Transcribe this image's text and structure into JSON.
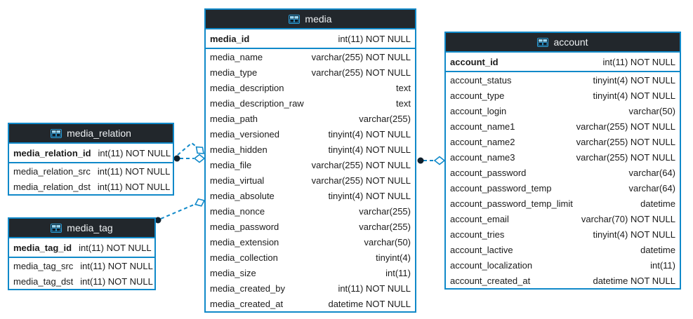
{
  "colors": {
    "accent": "#1089c9",
    "header_bg": "#22272c",
    "header_text": "#eef1f3",
    "row_text": "#1b1b1b",
    "canvas_bg": "#ffffff",
    "endpoint_dot": "#10202c",
    "icon_bright": "#2d9fd9",
    "icon_light": "#9bd7f2",
    "icon_dark": "#0e1720"
  },
  "diagram": {
    "tables": [
      {
        "id": "media",
        "title": "media",
        "icon": "table-icon",
        "primary_key": {
          "name": "media_id",
          "type": "int(11) NOT NULL"
        },
        "columns": [
          {
            "name": "media_name",
            "type": "varchar(255) NOT NULL"
          },
          {
            "name": "media_type",
            "type": "varchar(255) NOT NULL"
          },
          {
            "name": "media_description",
            "type": "text"
          },
          {
            "name": "media_description_raw",
            "type": "text"
          },
          {
            "name": "media_path",
            "type": "varchar(255)"
          },
          {
            "name": "media_versioned",
            "type": "tinyint(4) NOT NULL"
          },
          {
            "name": "media_hidden",
            "type": "tinyint(4) NOT NULL"
          },
          {
            "name": "media_file",
            "type": "varchar(255) NOT NULL"
          },
          {
            "name": "media_virtual",
            "type": "varchar(255) NOT NULL"
          },
          {
            "name": "media_absolute",
            "type": "tinyint(4) NOT NULL"
          },
          {
            "name": "media_nonce",
            "type": "varchar(255)"
          },
          {
            "name": "media_password",
            "type": "varchar(255)"
          },
          {
            "name": "media_extension",
            "type": "varchar(50)"
          },
          {
            "name": "media_collection",
            "type": "tinyint(4)"
          },
          {
            "name": "media_size",
            "type": "int(11)"
          },
          {
            "name": "media_created_by",
            "type": "int(11) NOT NULL"
          },
          {
            "name": "media_created_at",
            "type": "datetime NOT NULL"
          }
        ]
      },
      {
        "id": "account",
        "title": "account",
        "icon": "table-icon",
        "primary_key": {
          "name": "account_id",
          "type": "int(11) NOT NULL"
        },
        "columns": [
          {
            "name": "account_status",
            "type": "tinyint(4) NOT NULL"
          },
          {
            "name": "account_type",
            "type": "tinyint(4) NOT NULL"
          },
          {
            "name": "account_login",
            "type": "varchar(50)"
          },
          {
            "name": "account_name1",
            "type": "varchar(255) NOT NULL"
          },
          {
            "name": "account_name2",
            "type": "varchar(255) NOT NULL"
          },
          {
            "name": "account_name3",
            "type": "varchar(255) NOT NULL"
          },
          {
            "name": "account_password",
            "type": "varchar(64)"
          },
          {
            "name": "account_password_temp",
            "type": "varchar(64)"
          },
          {
            "name": "account_password_temp_limit",
            "type": "datetime"
          },
          {
            "name": "account_email",
            "type": "varchar(70) NOT NULL"
          },
          {
            "name": "account_tries",
            "type": "tinyint(4) NOT NULL"
          },
          {
            "name": "account_lactive",
            "type": "datetime"
          },
          {
            "name": "account_localization",
            "type": "int(11)"
          },
          {
            "name": "account_created_at",
            "type": "datetime NOT NULL"
          }
        ]
      },
      {
        "id": "media_relation",
        "title": "media_relation",
        "icon": "table-icon",
        "primary_key": {
          "name": "media_relation_id",
          "type": "int(11) NOT NULL"
        },
        "columns": [
          {
            "name": "media_relation_src",
            "type": "int(11) NOT NULL"
          },
          {
            "name": "media_relation_dst",
            "type": "int(11) NOT NULL"
          }
        ]
      },
      {
        "id": "media_tag",
        "title": "media_tag",
        "icon": "table-icon",
        "primary_key": {
          "name": "media_tag_id",
          "type": "int(11) NOT NULL"
        },
        "columns": [
          {
            "name": "media_tag_src",
            "type": "int(11) NOT NULL"
          },
          {
            "name": "media_tag_dst",
            "type": "int(11) NOT NULL"
          }
        ]
      }
    ],
    "relationships": [
      {
        "from": "media_relation",
        "to": "media",
        "style": "dashed"
      },
      {
        "from": "media_relation",
        "to": "media",
        "style": "dashed"
      },
      {
        "from": "media_tag",
        "to": "media",
        "style": "dashed"
      },
      {
        "from": "media",
        "to": "account",
        "style": "dashed"
      }
    ]
  }
}
